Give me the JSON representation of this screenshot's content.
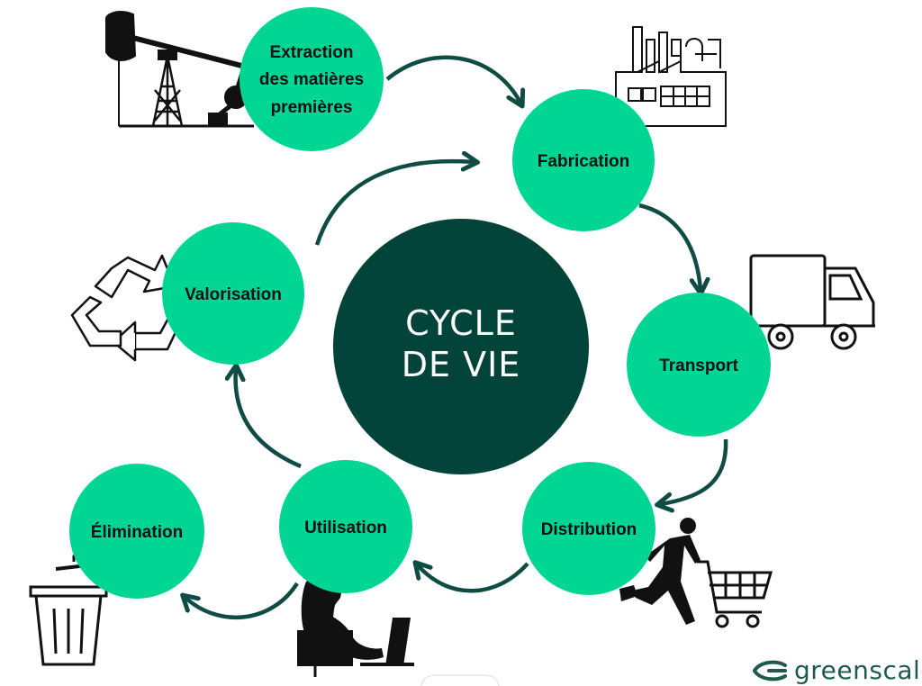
{
  "center": {
    "line1": "CYCLE",
    "line2": "DE VIE"
  },
  "stages": {
    "extraction": {
      "line1": "Extraction",
      "line2": "des matières",
      "line3": "premières"
    },
    "fabrication": "Fabrication",
    "transport": "Transport",
    "distribution": "Distribution",
    "utilisation": "Utilisation",
    "elimination": "Élimination",
    "valorisation": "Valorisation"
  },
  "brand": {
    "name": "greenscale"
  },
  "icons": [
    "oil-pump-icon",
    "factory-icon",
    "truck-icon",
    "shopping-cart-icon",
    "laptop-user-icon",
    "trash-can-icon",
    "recycle-icon"
  ],
  "colors": {
    "stage": "#00d594",
    "center": "#03443a",
    "arrow": "#0f4d44",
    "ink": "#111111",
    "brand": "#1d5c4b"
  }
}
